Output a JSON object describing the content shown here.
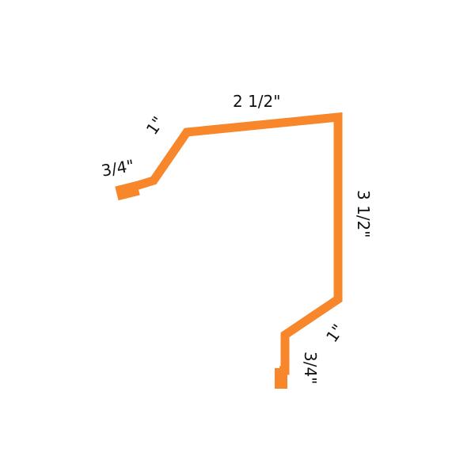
{
  "diagram": {
    "title": "Sheet metal trim profile",
    "stroke_color": "#F7872A",
    "text_color": "#111111",
    "dimensions": {
      "top_hem": "3/4\"",
      "top_angle": "1\"",
      "top_span": "2 1/2\"",
      "vertical_face": "3 1/2\"",
      "bottom_angle": "1\"",
      "bottom_hem": "3/4\""
    }
  }
}
